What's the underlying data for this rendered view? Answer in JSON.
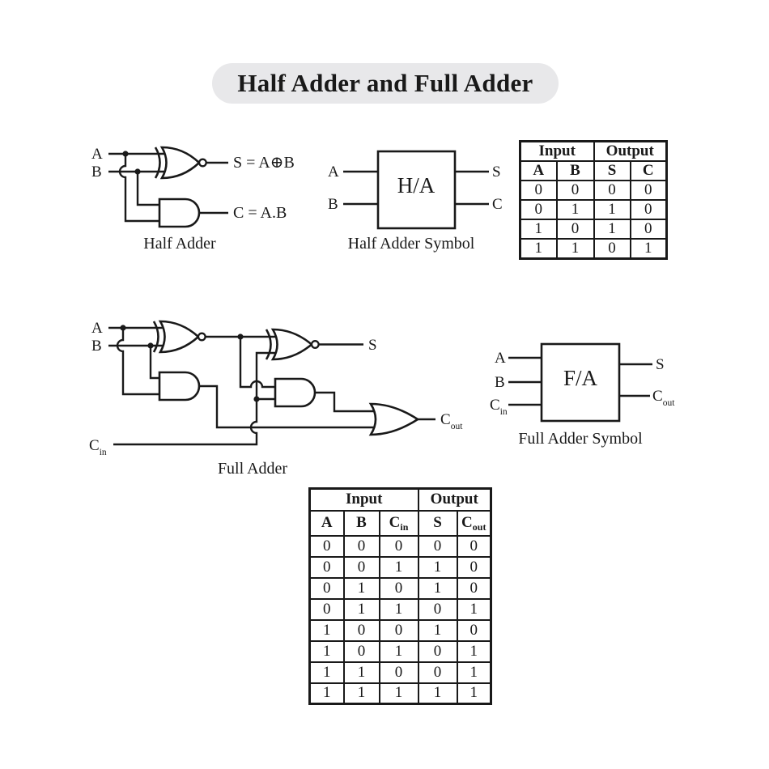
{
  "title": "Half Adder and Full Adder",
  "colors": {
    "ink": "#191919",
    "banner_bg": "#e8e8ea"
  },
  "half_adder_circuit": {
    "caption": "Half Adder",
    "input_a": "A",
    "input_b": "B",
    "sum_equation": "S = A⊕B",
    "carry_equation": "C = A.B"
  },
  "half_adder_symbol": {
    "caption": "Half Adder Symbol",
    "box_label": "H/A",
    "input_a": "A",
    "input_b": "B",
    "output_s": "S",
    "output_c": "C"
  },
  "half_adder_table": {
    "group_headers": [
      "Input",
      "Output"
    ],
    "columns": [
      {
        "text": "A"
      },
      {
        "text": "B"
      },
      {
        "text": "S"
      },
      {
        "text": "C"
      }
    ],
    "rows": [
      [
        "0",
        "0",
        "0",
        "0"
      ],
      [
        "0",
        "1",
        "1",
        "0"
      ],
      [
        "1",
        "0",
        "1",
        "0"
      ],
      [
        "1",
        "1",
        "0",
        "1"
      ]
    ]
  },
  "full_adder_circuit": {
    "caption": "Full Adder",
    "input_a": "A",
    "input_b": "B",
    "cin_main": "C",
    "cin_sub": "in",
    "output_s": "S",
    "cout_main": "C",
    "cout_sub": "out"
  },
  "full_adder_symbol": {
    "caption": "Full Adder Symbol",
    "box_label": "F/A",
    "input_a": "A",
    "input_b": "B",
    "cin_main": "C",
    "cin_sub": "in",
    "output_s": "S",
    "cout_main": "C",
    "cout_sub": "out"
  },
  "full_adder_table": {
    "group_headers": [
      "Input",
      "Output"
    ],
    "columns": [
      {
        "text": "A"
      },
      {
        "text": "B"
      },
      {
        "text": "C",
        "sub": "in"
      },
      {
        "text": "S"
      },
      {
        "text": "C",
        "sub": "out"
      }
    ],
    "rows": [
      [
        "0",
        "0",
        "0",
        "0",
        "0"
      ],
      [
        "0",
        "0",
        "1",
        "1",
        "0"
      ],
      [
        "0",
        "1",
        "0",
        "1",
        "0"
      ],
      [
        "0",
        "1",
        "1",
        "0",
        "1"
      ],
      [
        "1",
        "0",
        "0",
        "1",
        "0"
      ],
      [
        "1",
        "0",
        "1",
        "0",
        "1"
      ],
      [
        "1",
        "1",
        "0",
        "0",
        "1"
      ],
      [
        "1",
        "1",
        "1",
        "1",
        "1"
      ]
    ]
  }
}
